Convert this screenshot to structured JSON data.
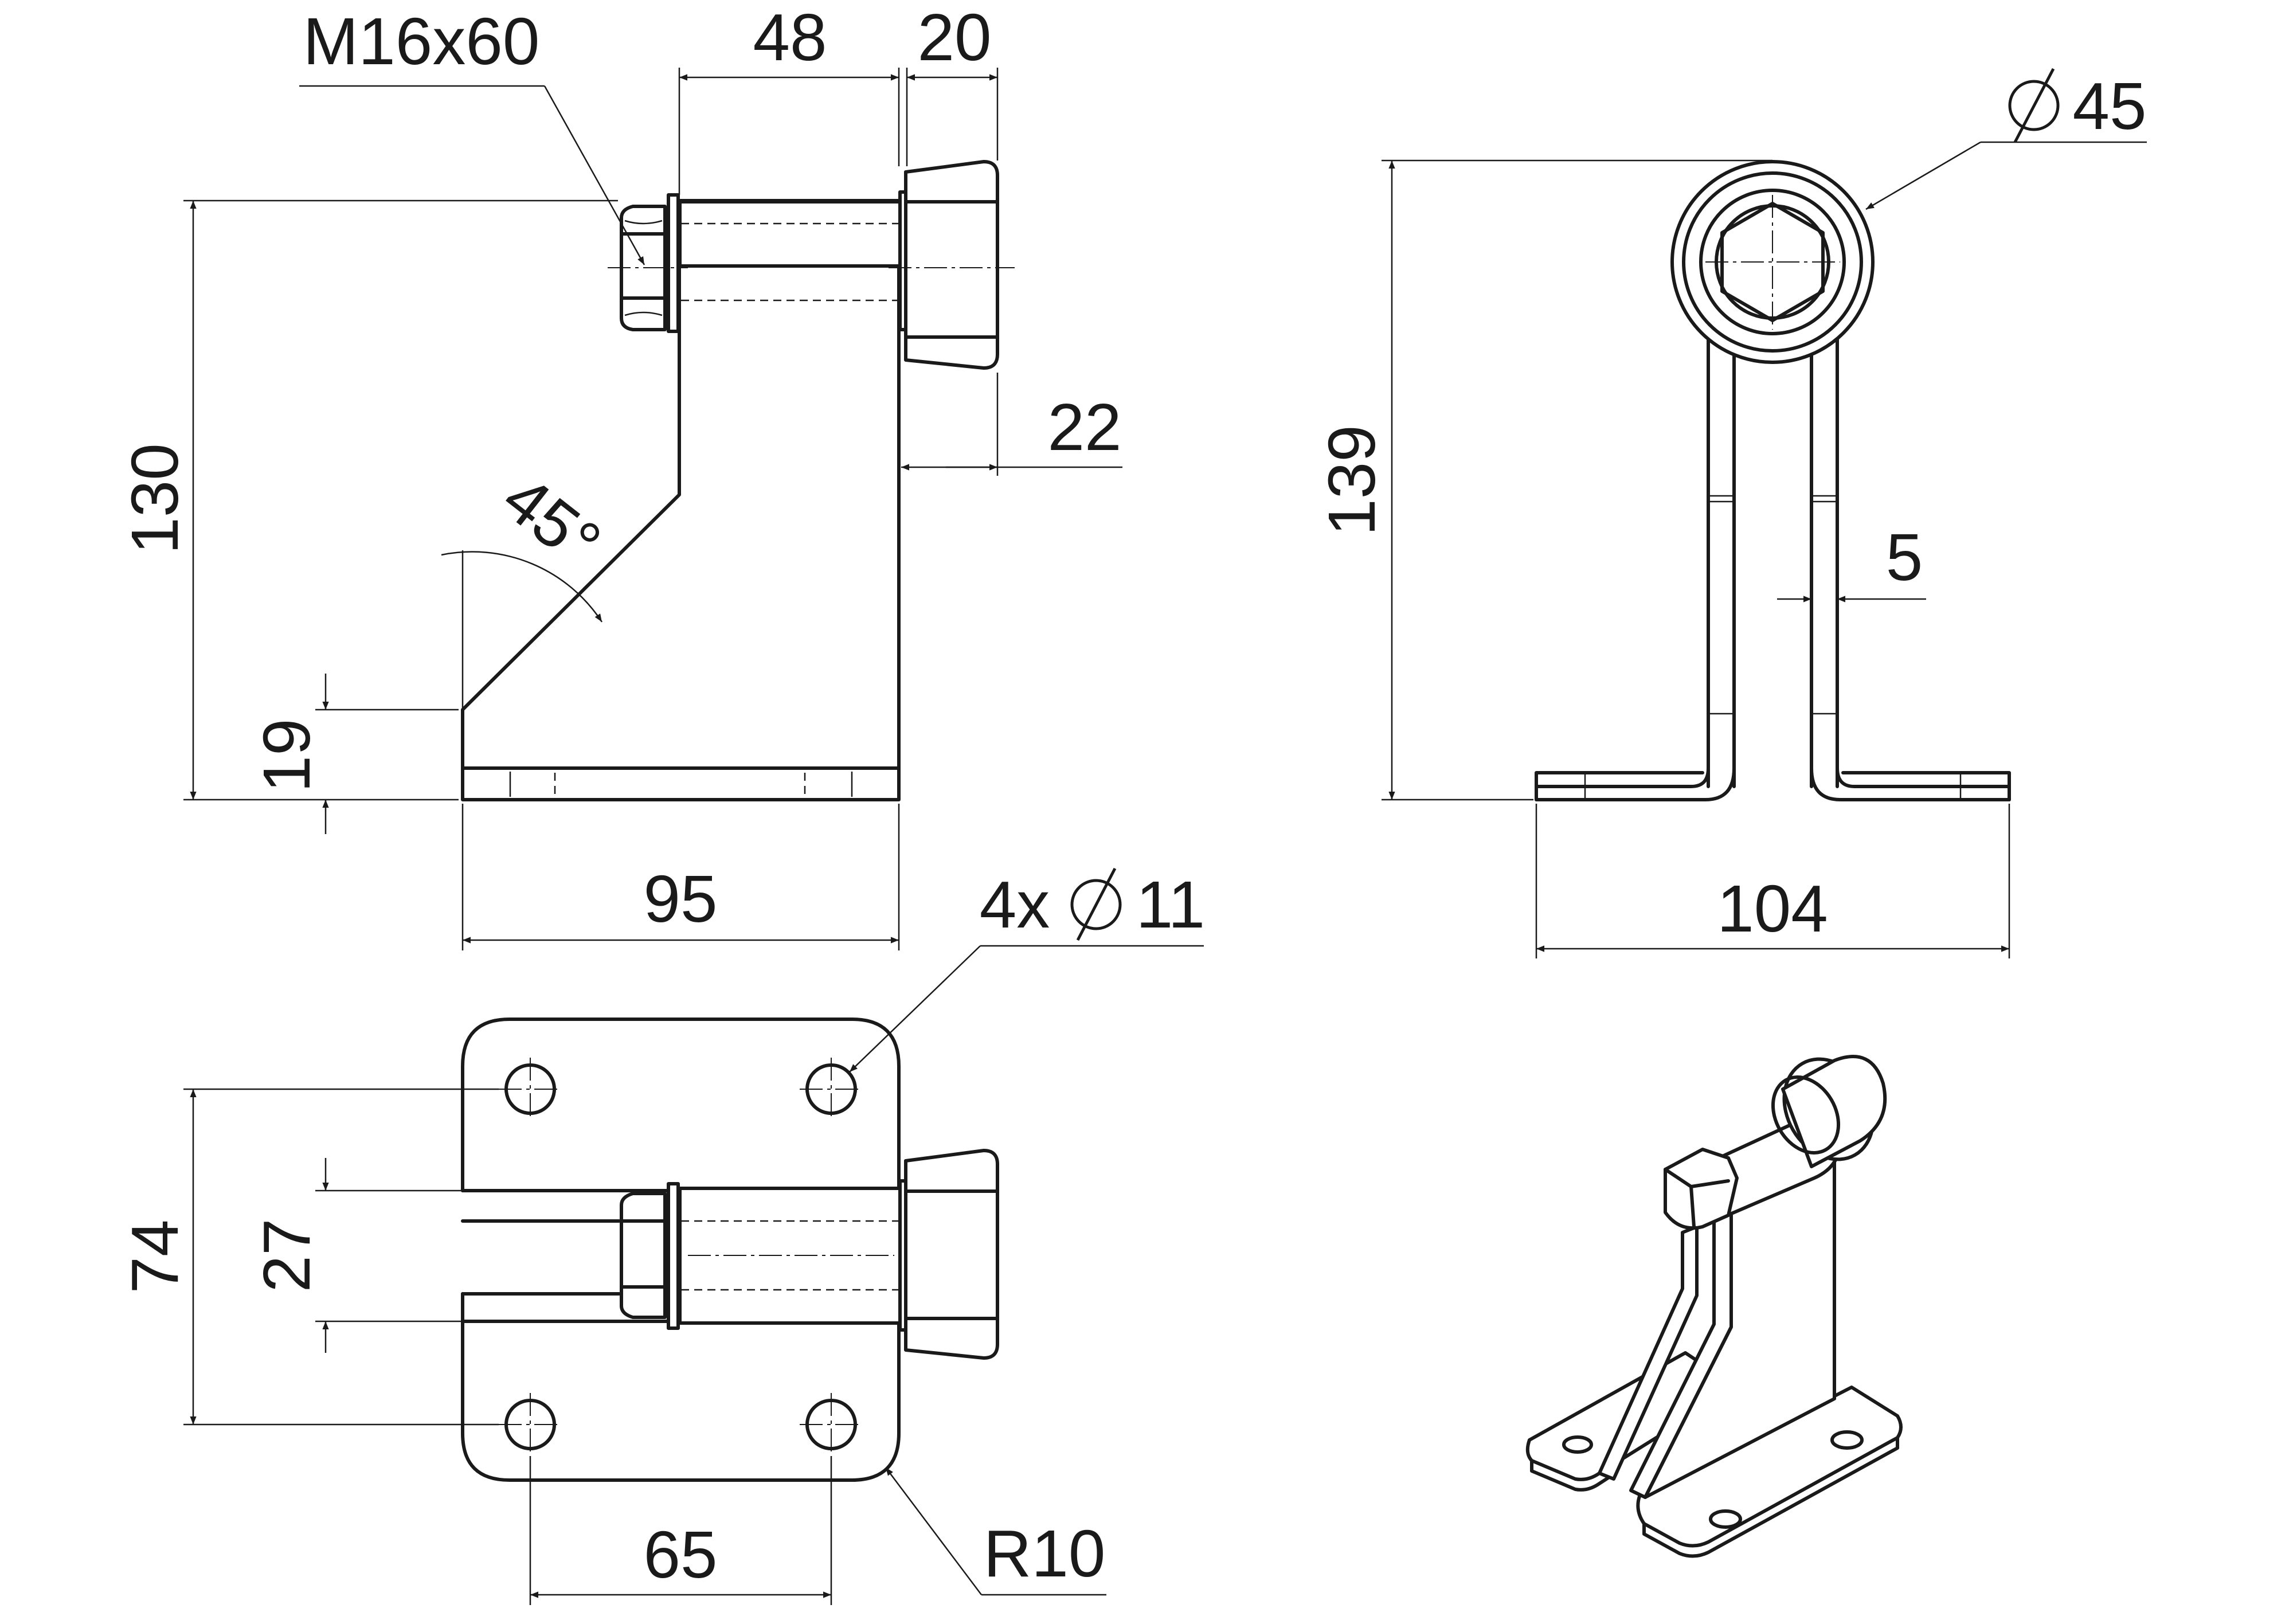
{
  "dimensions": {
    "thread": "M16x60",
    "shaft_len": "48",
    "roller_w": "20",
    "roller_off": "22",
    "height_side": "130",
    "angle": "45°",
    "base_th": "19",
    "depth": "95",
    "dia_roller": "45",
    "height_front": "139",
    "plate_th": "5",
    "width": "104",
    "holes_prefix": "4x",
    "holes_dia": "11",
    "hole_spacing_y": "74",
    "slot_width": "27",
    "hole_spacing_x": "65",
    "radius": "R10"
  },
  "symbols": {
    "diameter": "diameter-symbol"
  }
}
